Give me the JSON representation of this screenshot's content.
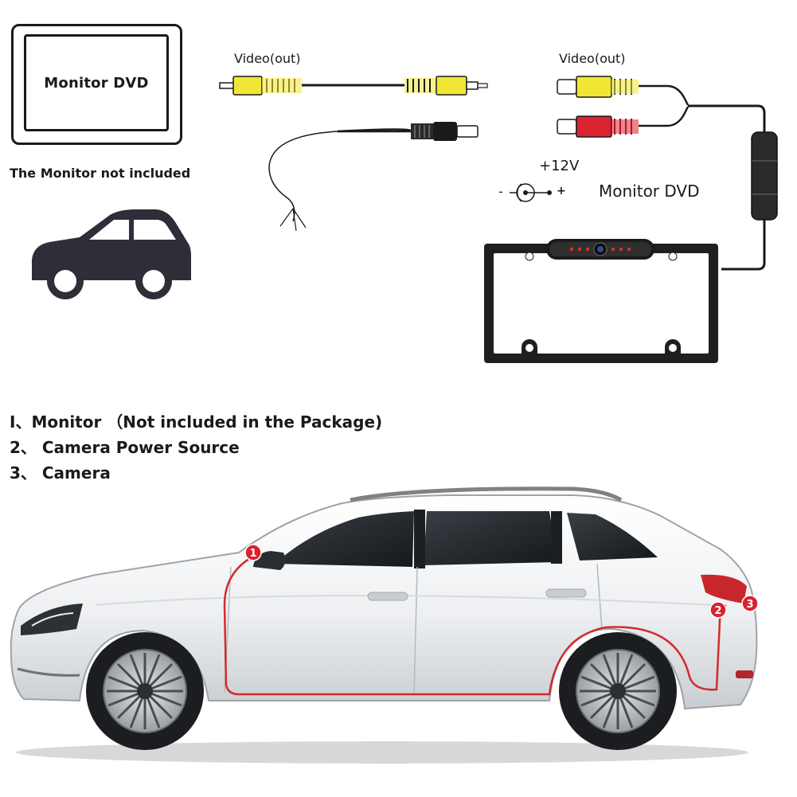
{
  "monitor_box": {
    "title": "Monitor DVD",
    "note": "The  Monitor not included"
  },
  "cable_left": {
    "video_label": "Video(out)"
  },
  "cable_right": {
    "video_label": "Video(out)",
    "power_label": "+12V",
    "polarity_minus": "-",
    "polarity_plus": "+",
    "monitor_label": "Monitor DVD"
  },
  "legend": [
    {
      "text": "I、Monitor （Not included in the Package)"
    },
    {
      "text": "2、 Camera Power Source"
    },
    {
      "text": "3、 Camera"
    }
  ],
  "markers": [
    {
      "number": "1"
    },
    {
      "number": "2"
    },
    {
      "number": "3"
    }
  ],
  "colors": {
    "rca_yellow": "#f2e635",
    "rca_red": "#d9232e",
    "wire": "#1a1a1a",
    "route_red": "#d22b2b",
    "car_body": "#f0f2f4",
    "icon_car": "#2e2e38"
  }
}
